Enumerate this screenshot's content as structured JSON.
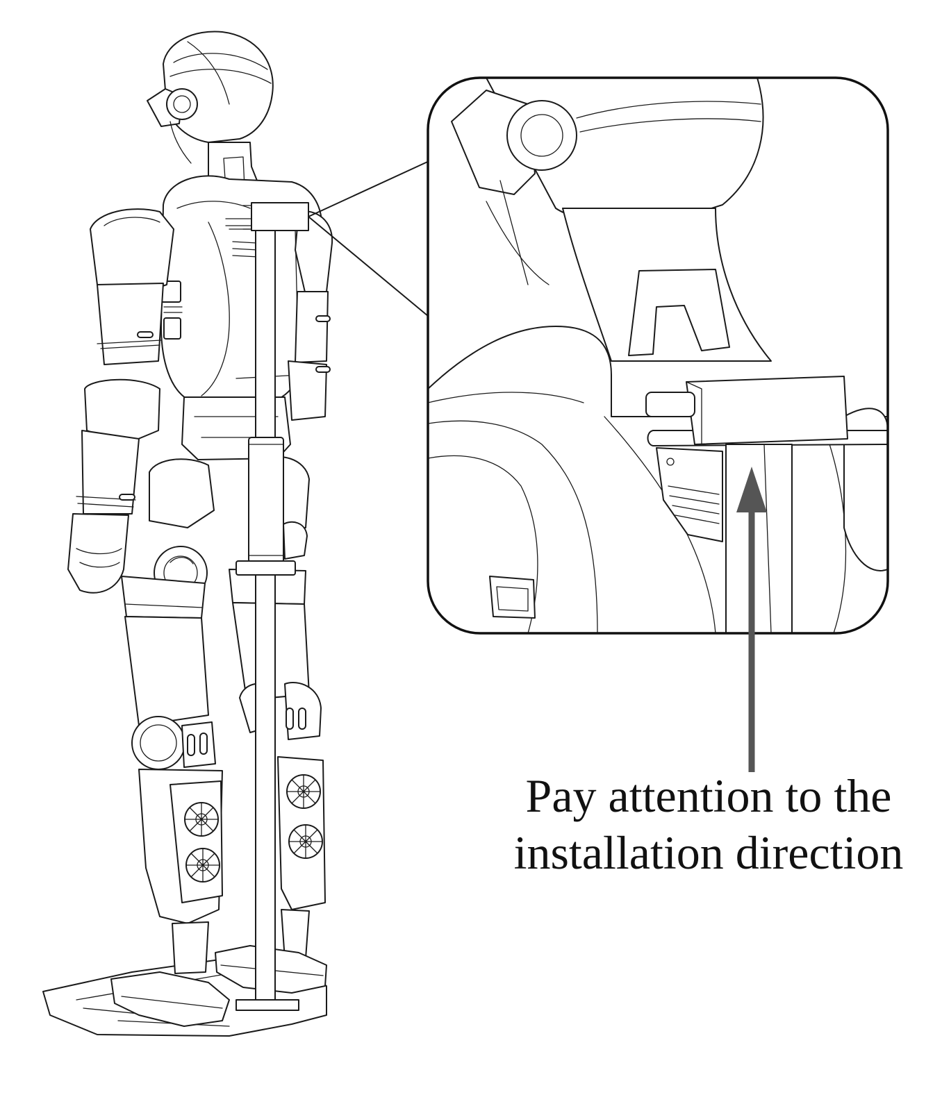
{
  "caption": {
    "line1": "Pay attention to the",
    "line2": "installation direction"
  },
  "colors": {
    "line": "#1a1a1a",
    "arrow": "#555555",
    "background": "#ffffff"
  },
  "icons": [
    "robot-illustration",
    "zoom-callout-frame",
    "up-arrow-icon"
  ]
}
